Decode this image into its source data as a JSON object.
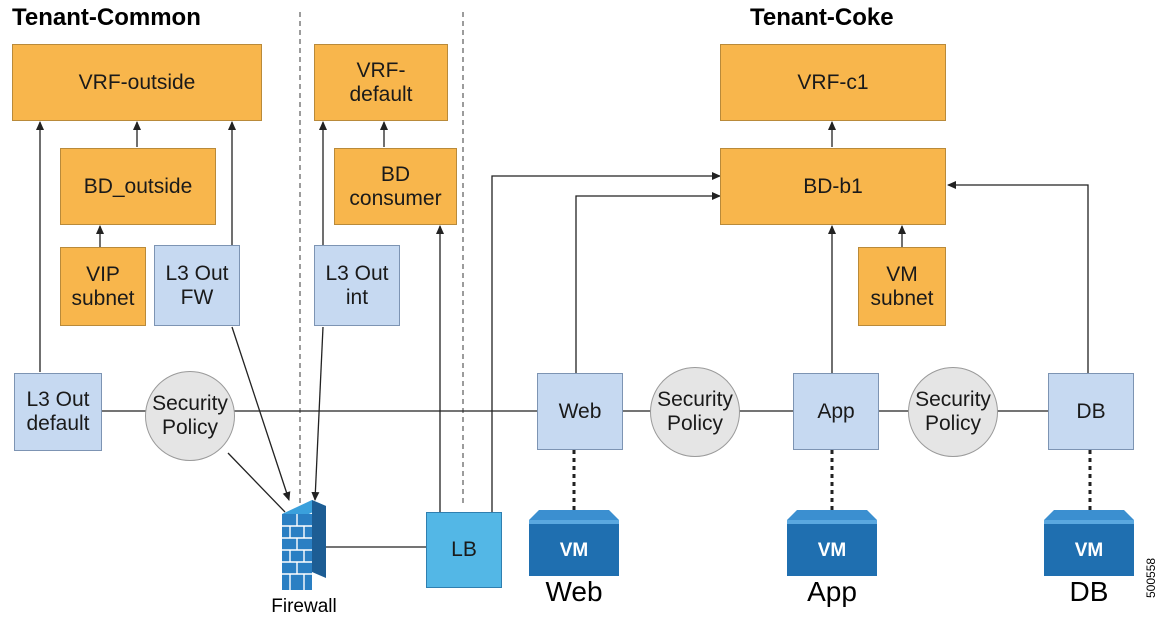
{
  "tenants": {
    "common": "Tenant-Common",
    "coke": "Tenant-Coke"
  },
  "boxes": {
    "vrf_outside": "VRF-outside",
    "bd_outside": "BD_outside",
    "vip_subnet": "VIP\nsubnet",
    "l3out_fw": "L3 Out\nFW",
    "vrf_default": "VRF-\ndefault",
    "bd_consumer": "BD\nconsumer",
    "l3out_int": "L3 Out\nint",
    "vrf_c1": "VRF-c1",
    "bd_b1": "BD-b1",
    "vm_subnet": "VM\nsubnet",
    "l3out_default": "L3 Out\ndefault",
    "web": "Web",
    "app": "App",
    "db": "DB",
    "lb": "LB"
  },
  "policies": {
    "p1": "Security\nPolicy",
    "p2": "Security\nPolicy",
    "p3": "Security\nPolicy"
  },
  "vms": {
    "label": "VM",
    "web_caption": "Web",
    "app_caption": "App",
    "db_caption": "DB"
  },
  "firewall_caption": "Firewall",
  "figure_id": "500558",
  "colors": {
    "epg_fill": "#f8b64c",
    "endpoint_fill": "#c6d9f1",
    "lb_fill": "#53b7e6",
    "policy_fill": "#e5e5e5",
    "vm_icon": "#1f6fb0"
  }
}
